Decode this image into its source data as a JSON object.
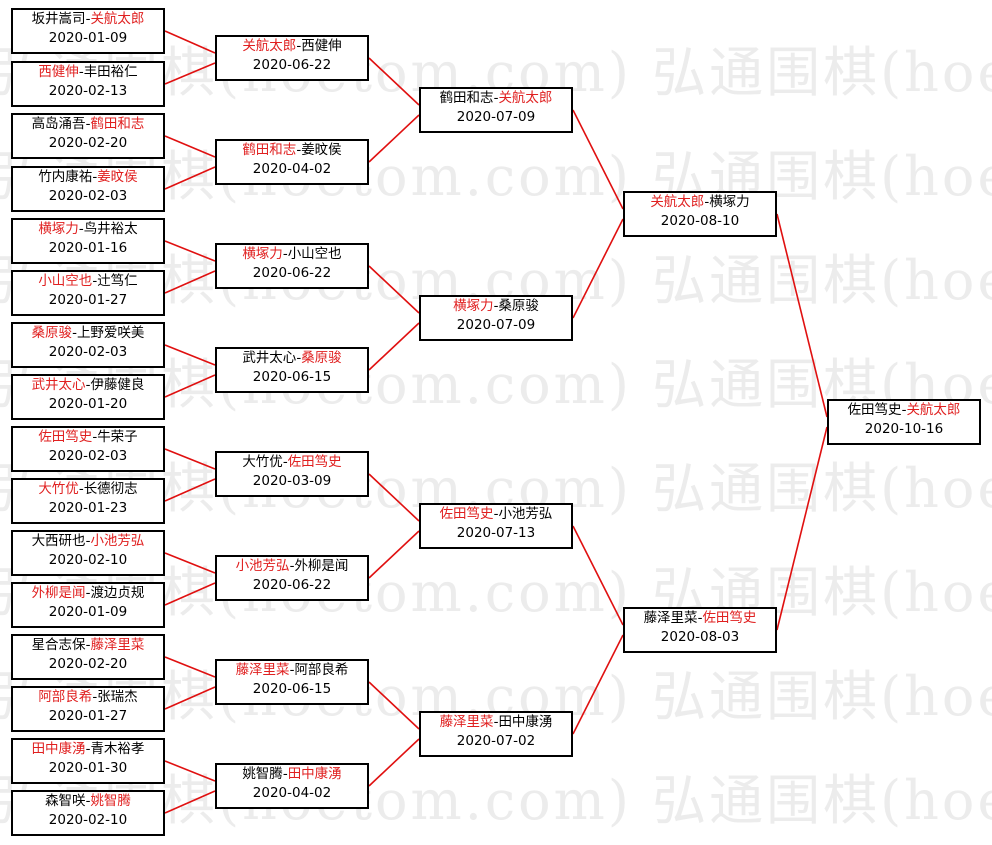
{
  "watermark": "弘通围棋(hoetom.com)",
  "colors": {
    "winner": "#e02020",
    "link": "#e01010",
    "border": "#000000"
  },
  "matches": [
    {
      "id": "r1m1",
      "round": 1,
      "p1": "坂井嵩司",
      "p2": "关航太郎",
      "winner": 2,
      "date": "2020-01-09"
    },
    {
      "id": "r1m2",
      "round": 1,
      "p1": "西健伸",
      "p2": "丰田裕仁",
      "winner": 1,
      "date": "2020-02-13"
    },
    {
      "id": "r1m3",
      "round": 1,
      "p1": "高岛涌吾",
      "p2": "鹤田和志",
      "winner": 2,
      "date": "2020-02-20"
    },
    {
      "id": "r1m4",
      "round": 1,
      "p1": "竹内康祐",
      "p2": "姜旼侯",
      "winner": 2,
      "date": "2020-02-03"
    },
    {
      "id": "r1m5",
      "round": 1,
      "p1": "横塚力",
      "p2": "鸟井裕太",
      "winner": 1,
      "date": "2020-01-16"
    },
    {
      "id": "r1m6",
      "round": 1,
      "p1": "小山空也",
      "p2": "辻笃仁",
      "winner": 1,
      "date": "2020-01-27"
    },
    {
      "id": "r1m7",
      "round": 1,
      "p1": "桑原骏",
      "p2": "上野爱咲美",
      "winner": 1,
      "date": "2020-02-03"
    },
    {
      "id": "r1m8",
      "round": 1,
      "p1": "武井太心",
      "p2": "伊藤健良",
      "winner": 1,
      "date": "2020-01-20"
    },
    {
      "id": "r1m9",
      "round": 1,
      "p1": "佐田笃史",
      "p2": "牛荣子",
      "winner": 1,
      "date": "2020-02-03"
    },
    {
      "id": "r1m10",
      "round": 1,
      "p1": "大竹优",
      "p2": "长德彻志",
      "winner": 1,
      "date": "2020-01-23"
    },
    {
      "id": "r1m11",
      "round": 1,
      "p1": "大西研也",
      "p2": "小池芳弘",
      "winner": 2,
      "date": "2020-02-10"
    },
    {
      "id": "r1m12",
      "round": 1,
      "p1": "外柳是闻",
      "p2": "渡边贞规",
      "winner": 1,
      "date": "2020-01-09"
    },
    {
      "id": "r1m13",
      "round": 1,
      "p1": "星合志保",
      "p2": "藤泽里菜",
      "winner": 2,
      "date": "2020-02-20"
    },
    {
      "id": "r1m14",
      "round": 1,
      "p1": "阿部良希",
      "p2": "张瑞杰",
      "winner": 1,
      "date": "2020-01-27"
    },
    {
      "id": "r1m15",
      "round": 1,
      "p1": "田中康湧",
      "p2": "青木裕孝",
      "winner": 1,
      "date": "2020-01-30"
    },
    {
      "id": "r1m16",
      "round": 1,
      "p1": "森智咲",
      "p2": "姚智腾",
      "winner": 2,
      "date": "2020-02-10"
    },
    {
      "id": "r2m1",
      "round": 2,
      "p1": "关航太郎",
      "p2": "西健伸",
      "winner": 1,
      "date": "2020-06-22"
    },
    {
      "id": "r2m2",
      "round": 2,
      "p1": "鹤田和志",
      "p2": "姜旼侯",
      "winner": 1,
      "date": "2020-04-02"
    },
    {
      "id": "r2m3",
      "round": 2,
      "p1": "横塚力",
      "p2": "小山空也",
      "winner": 1,
      "date": "2020-06-22"
    },
    {
      "id": "r2m4",
      "round": 2,
      "p1": "武井太心",
      "p2": "桑原骏",
      "winner": 2,
      "date": "2020-06-15"
    },
    {
      "id": "r2m5",
      "round": 2,
      "p1": "大竹优",
      "p2": "佐田笃史",
      "winner": 2,
      "date": "2020-03-09"
    },
    {
      "id": "r2m6",
      "round": 2,
      "p1": "小池芳弘",
      "p2": "外柳是闻",
      "winner": 1,
      "date": "2020-06-22"
    },
    {
      "id": "r2m7",
      "round": 2,
      "p1": "藤泽里菜",
      "p2": "阿部良希",
      "winner": 1,
      "date": "2020-06-15"
    },
    {
      "id": "r2m8",
      "round": 2,
      "p1": "姚智腾",
      "p2": "田中康湧",
      "winner": 2,
      "date": "2020-04-02"
    },
    {
      "id": "r3m1",
      "round": 3,
      "p1": "鹤田和志",
      "p2": "关航太郎",
      "winner": 2,
      "date": "2020-07-09"
    },
    {
      "id": "r3m2",
      "round": 3,
      "p1": "横塚力",
      "p2": "桑原骏",
      "winner": 1,
      "date": "2020-07-09"
    },
    {
      "id": "r3m3",
      "round": 3,
      "p1": "佐田笃史",
      "p2": "小池芳弘",
      "winner": 1,
      "date": "2020-07-13"
    },
    {
      "id": "r3m4",
      "round": 3,
      "p1": "藤泽里菜",
      "p2": "田中康湧",
      "winner": 1,
      "date": "2020-07-02"
    },
    {
      "id": "r4m1",
      "round": 4,
      "p1": "关航太郎",
      "p2": "横塚力",
      "winner": 1,
      "date": "2020-08-10"
    },
    {
      "id": "r4m2",
      "round": 4,
      "p1": "藤泽里菜",
      "p2": "佐田笃史",
      "winner": 2,
      "date": "2020-08-03"
    },
    {
      "id": "r5m1",
      "round": 5,
      "p1": "佐田笃史",
      "p2": "关航太郎",
      "winner": 2,
      "date": "2020-10-16"
    }
  ]
}
